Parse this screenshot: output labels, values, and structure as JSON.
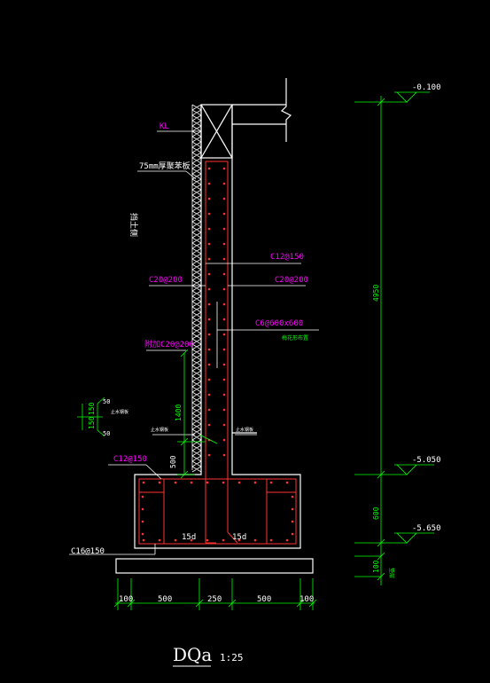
{
  "title": {
    "name": "DQa",
    "scale": "1:25"
  },
  "labels": {
    "kl": "KL",
    "insulation": "75mm厚聚苯板",
    "soil_side": "挡土侧",
    "c12_150_top": "C12@150",
    "c20_200_left": "C20@200",
    "c20_200_right": "C20@200",
    "c6": "C6@600x600",
    "c6_note": "梅花形布置",
    "c20_200_add": "附加C20@200",
    "c12_150_base": "C12@150",
    "c16_150": "C16@150",
    "anchor_left": "15d",
    "anchor_right": "15d",
    "waterstop_left": "止水钢板",
    "waterstop_right": "止水钢板",
    "detail_150a": "150",
    "detail_150b": "150",
    "detail_50a": "50",
    "detail_50b": "50",
    "detail_note": "止水钢板",
    "dim_1400": "1400",
    "dim_500_v": "500"
  },
  "elevations": [
    {
      "value": "-0.100"
    },
    {
      "value": "-5.050"
    },
    {
      "value": "-5.650"
    }
  ],
  "vertical_dims": {
    "d4950": "4950",
    "d600": "600",
    "d100": "100",
    "d100_note": "垫层"
  },
  "horizontal_dims": [
    "100",
    "500",
    "250",
    "500",
    "100"
  ],
  "colors": {
    "background": "#000000",
    "outline": "#ffffff",
    "rebar": "#ff3333",
    "dimension": "#00ff00",
    "annotation": "#ff00ff"
  }
}
